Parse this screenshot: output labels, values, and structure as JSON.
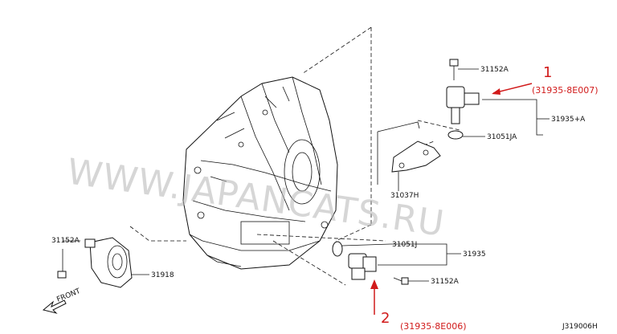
{
  "watermark": "WWW.JAPANCATS.RU",
  "diagram_code": "J319006H",
  "callouts": [
    {
      "number": "1",
      "part_no": "(31935-8E007)"
    },
    {
      "number": "2",
      "part_no": "(31935-8E006)"
    }
  ],
  "labels": {
    "bolt_top": "31152A",
    "sensor_top": "31935+A",
    "oring_top": "31051JA",
    "bracket": "31037H",
    "oring_bottom": "31051J",
    "sensor_bottom": "31935",
    "bolt_bottom": "31152A",
    "bolt_left": "31152A",
    "pump_left": "31918",
    "front": "FRONT"
  },
  "colors": {
    "callout": "#d11a1a",
    "line": "#111111",
    "watermark": "#b5b5b5"
  }
}
